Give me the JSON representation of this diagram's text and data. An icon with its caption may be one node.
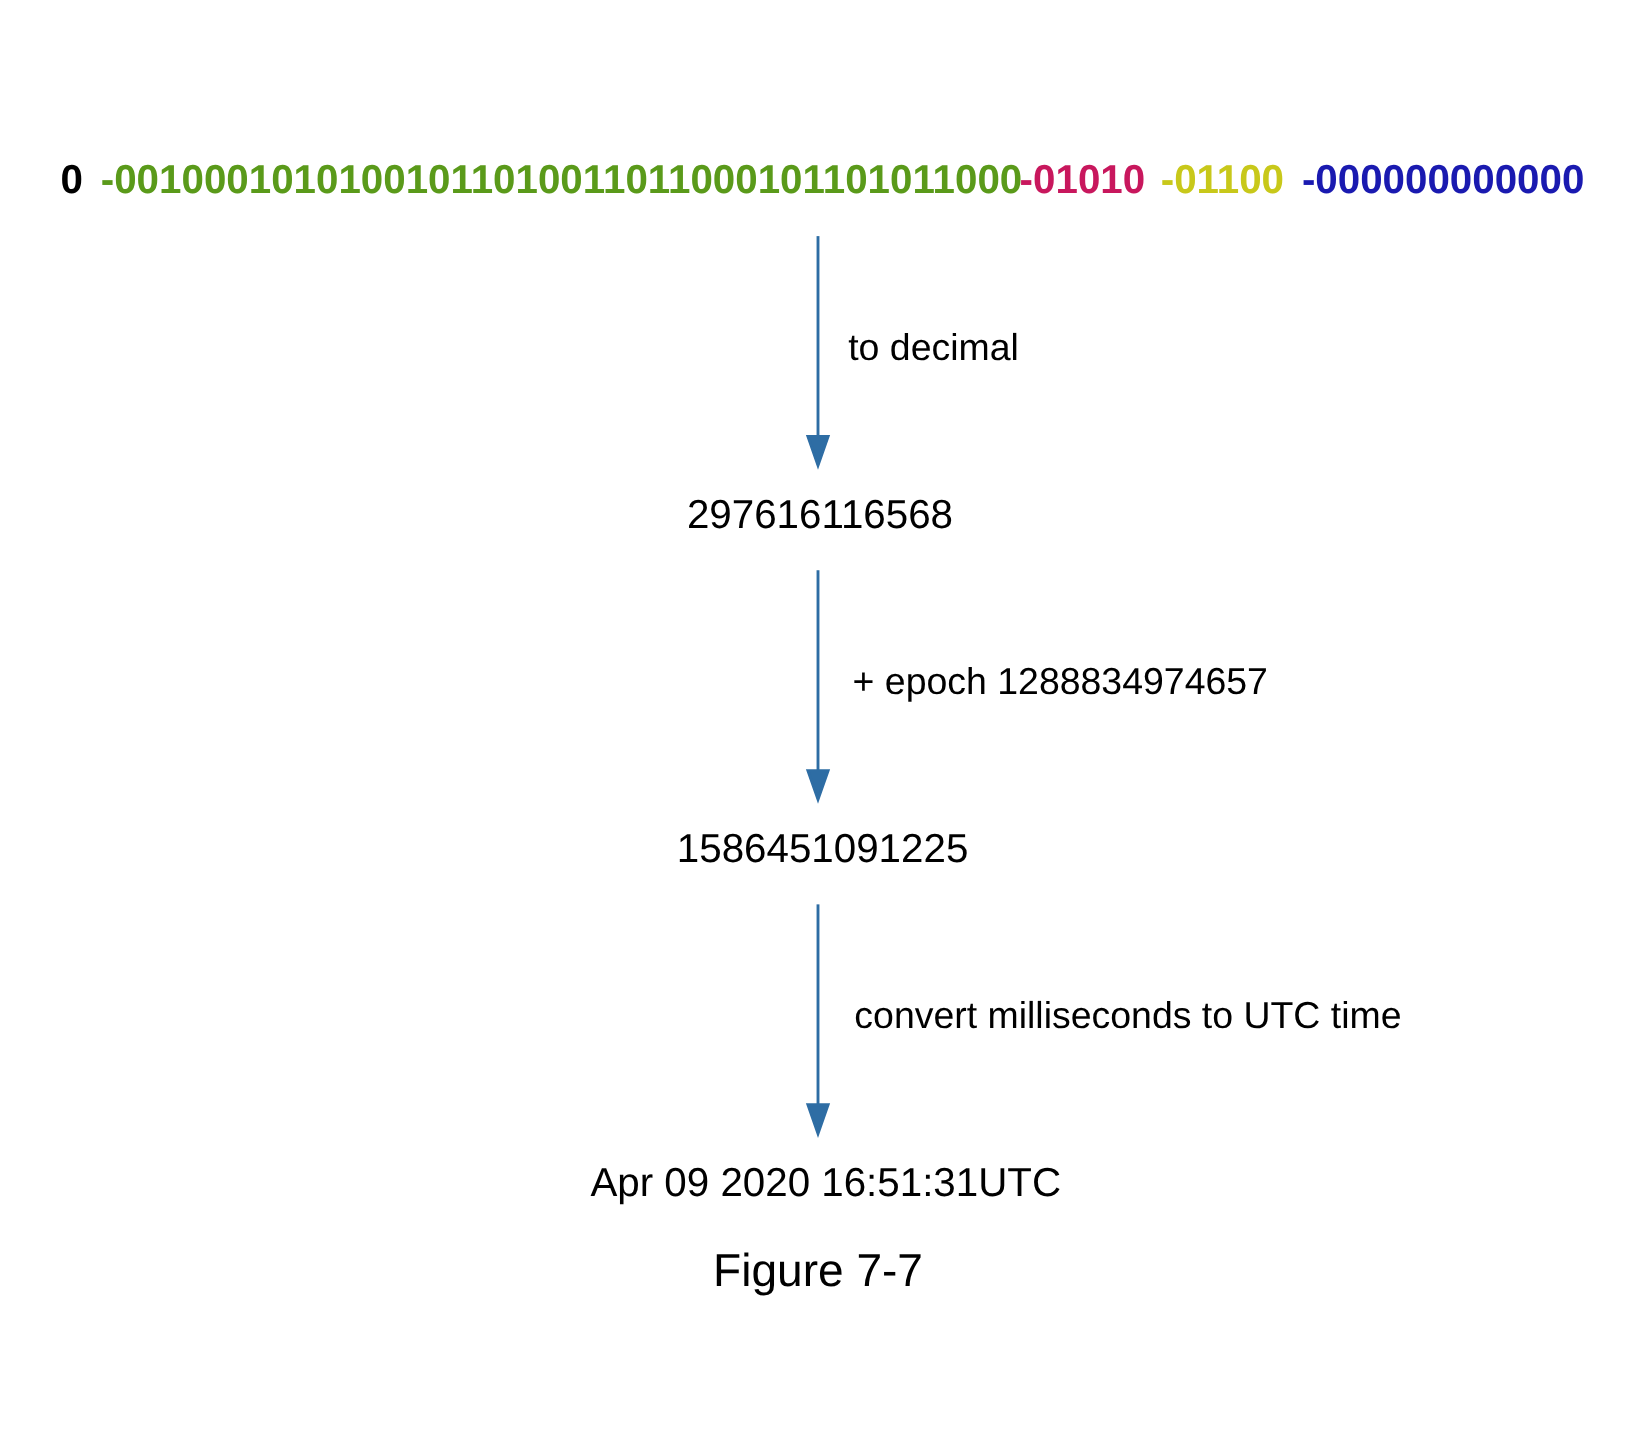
{
  "diagram": {
    "caption": "Figure 7-7",
    "nodes": [
      {
        "text": [
          "0",
          "-00100010101001011010011011000101101011000",
          "-01010",
          "-01100",
          "-000000000000"
        ]
      },
      {
        "text": [
          "297616116568"
        ]
      },
      {
        "text": [
          "1586451091225"
        ]
      },
      {
        "text": [
          "Apr 09 2020 16:51:31UTC"
        ]
      }
    ],
    "edges": [
      {
        "from": 0,
        "to": 1,
        "arrow": "to",
        "label": "to decimal"
      },
      {
        "from": 1,
        "to": 2,
        "arrow": "to",
        "label": "+ epoch 1288834974657"
      },
      {
        "from": 2,
        "to": 3,
        "arrow": "to",
        "label": "convert milliseconds to UTC time"
      }
    ]
  }
}
